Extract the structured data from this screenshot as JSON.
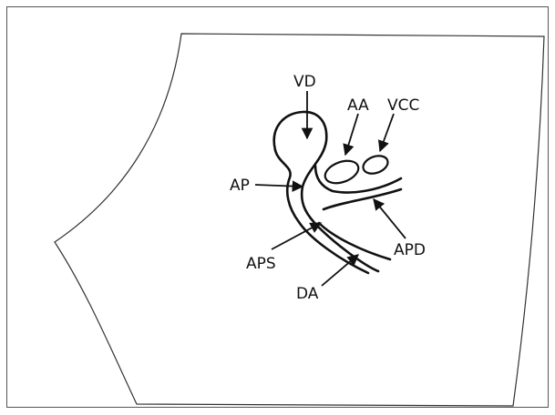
{
  "labels": {
    "vd": "VD",
    "aa": "AA",
    "vcc": "VCC",
    "ap": "AP",
    "aps": "APS",
    "apd": "APD",
    "da": "DA"
  }
}
